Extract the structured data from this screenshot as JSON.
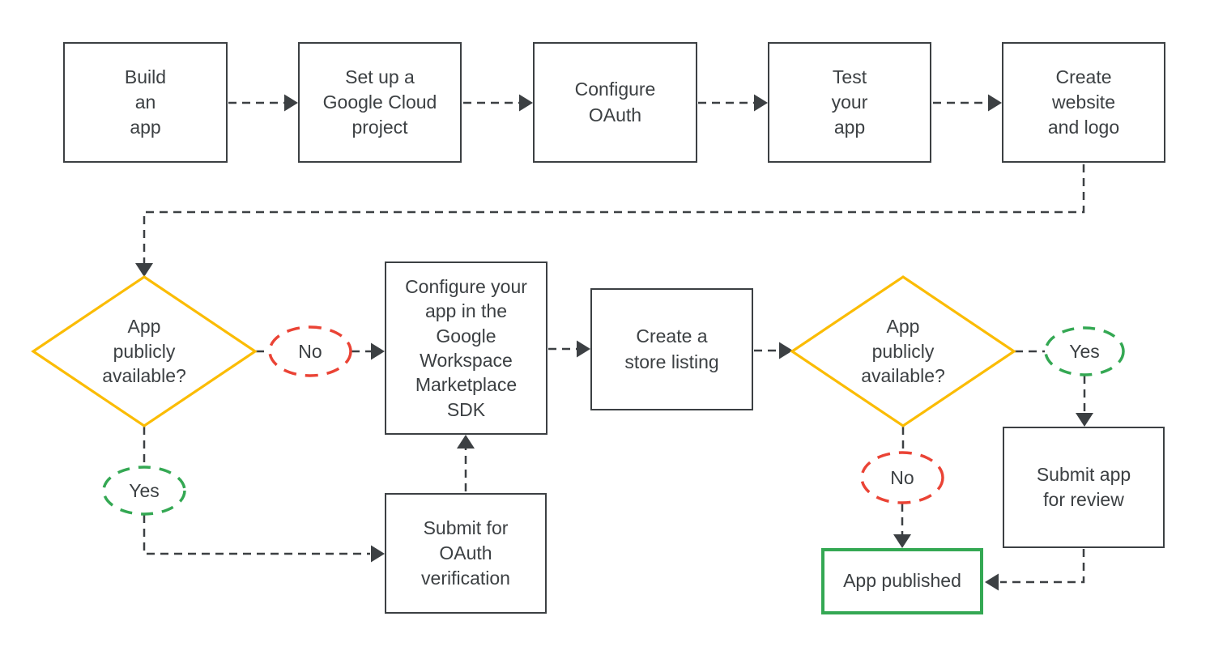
{
  "flowchart": {
    "steps": [
      {
        "label": "Build\nan\napp"
      },
      {
        "label": "Set up a\nGoogle Cloud\nproject"
      },
      {
        "label": "Configure\nOAuth"
      },
      {
        "label": "Test\nyour\napp"
      },
      {
        "label": "Create\nwebsite\nand logo"
      },
      {
        "label": "Configure your\napp in the\nGoogle\nWorkspace\nMarketplace\nSDK"
      },
      {
        "label": "Create a\nstore listing"
      },
      {
        "label": "Submit for\nOAuth\nverification"
      },
      {
        "label": "Submit app\nfor review"
      },
      {
        "label": "App published"
      }
    ],
    "decisions": [
      {
        "label": "App\npublicly\navailable?"
      },
      {
        "label": "App\npublicly\navailable?"
      }
    ],
    "branch_labels": {
      "yes": "Yes",
      "no": "No"
    },
    "colors": {
      "line": "#3C4043",
      "text": "#3C4043",
      "decision_border": "#FBBC04",
      "no_border": "#EA4335",
      "yes_border": "#34A853",
      "published_border": "#34A853",
      "background": "#FFFFFF"
    }
  }
}
